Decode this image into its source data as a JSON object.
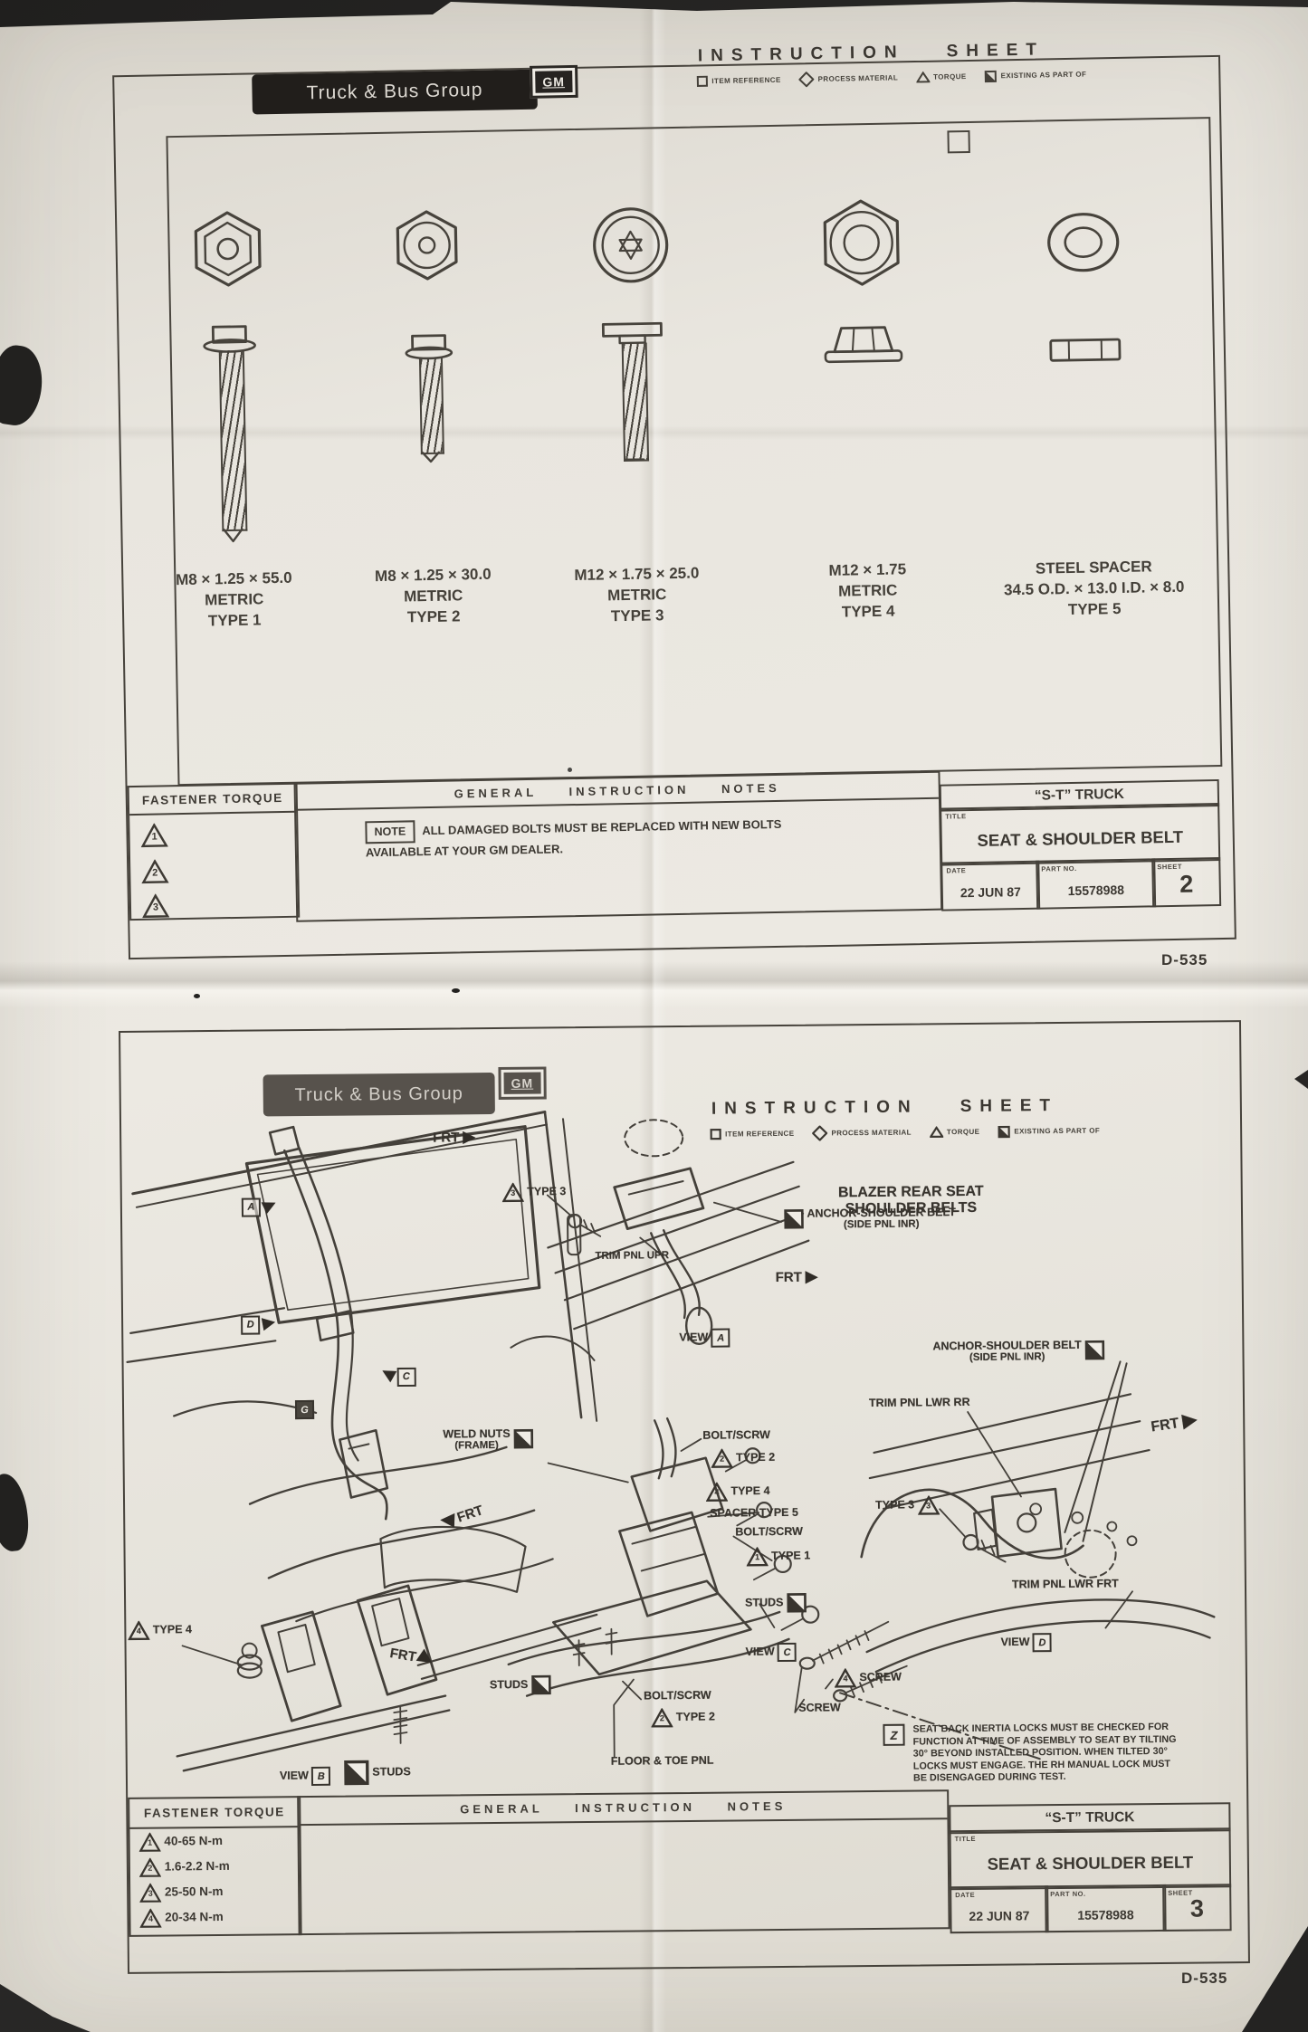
{
  "doc_ref": "D-535",
  "header": {
    "brand": "Truck & Bus Group",
    "logo_text": "GM",
    "title_word1": "INSTRUCTION",
    "title_word2": "SHEET",
    "legend": [
      {
        "icon": "square-outline-icon",
        "label": "ITEM REFERENCE"
      },
      {
        "icon": "diamond-outline-icon",
        "label": "PROCESS MATERIAL"
      },
      {
        "icon": "triangle-outline-icon",
        "label": "TORQUE"
      },
      {
        "icon": "half-filled-square-icon",
        "label": "EXISTING AS PART OF"
      }
    ]
  },
  "sheet1": {
    "fasteners": [
      {
        "spec": "M8 × 1.25 × 55.0",
        "standard": "METRIC",
        "type": "TYPE 1"
      },
      {
        "spec": "M8 × 1.25 × 30.0",
        "standard": "METRIC",
        "type": "TYPE 2"
      },
      {
        "spec": "M12 × 1.75 × 25.0",
        "standard": "METRIC",
        "type": "TYPE 3"
      },
      {
        "spec": "M12 × 1.75",
        "standard": "METRIC",
        "type": "TYPE 4"
      },
      {
        "spec": "STEEL SPACER",
        "standard": "34.5 O.D. × 13.0 I.D. × 8.0",
        "type": "TYPE 5"
      }
    ],
    "footer": {
      "torque_header": "FASTENER TORQUE",
      "torque_marks": [
        "1",
        "2",
        "3"
      ],
      "notes_header": "GENERAL INSTRUCTION NOTES",
      "note_tag": "NOTE",
      "note_text": "ALL DAMAGED BOLTS MUST BE REPLACED WITH NEW BOLTS AVAILABLE AT YOUR GM DEALER.",
      "truck": "“S-T” TRUCK",
      "title_tag": "TITLE",
      "title": "SEAT & SHOULDER BELT",
      "date_tag": "DATE",
      "date": "22 JUN 87",
      "part_tag": "PART NO.",
      "part": "15578988",
      "sheet_tag": "SHEET",
      "sheet": "2"
    }
  },
  "sheet2": {
    "title_line1": "BLAZER REAR SEAT",
    "title_line2": "SHOULDER BELTS",
    "labels": {
      "frt": "FRT",
      "view": "VIEW",
      "type_1": "TYPE 1",
      "type_2": "TYPE 2",
      "type_3": "TYPE 3",
      "type_4": "TYPE 4",
      "trim_pnl_upr": "TRIM PNL UPR",
      "anchor_shoulder_belt": "ANCHOR-SHOULDER BELT",
      "anchor_shoulder_belt_sub": "(SIDE PNL INR)",
      "trim_pnl_lwr_rr": "TRIM PNL LWR RR",
      "trim_pnl_lwr_frt": "TRIM PNL LWR FRT",
      "weld_nuts": "WELD NUTS",
      "weld_nuts_sub": "(FRAME)",
      "bolt_scrw": "BOLT/SCRW",
      "spacer_type_5": "SPACER TYPE 5",
      "studs": "STUDS",
      "screw": "SCREW",
      "floor_toe_pnl": "FLOOR & TOE PNL"
    },
    "markers": {
      "a": "A",
      "b": "B",
      "c": "C",
      "d": "D",
      "g": "G",
      "z": "Z"
    },
    "z_note": "SEAT BACK INERTIA LOCKS MUST BE CHECKED FOR FUNCTION AT TIME OF ASSEMBLY TO SEAT BY TILTING 30° BEYOND INSTALLED POSITION. WHEN TILTED 30° LOCKS MUST ENGAGE. THE RH MANUAL LOCK MUST BE DISENGAGED DURING TEST.",
    "footer": {
      "torque_header": "FASTENER TORQUE",
      "torques": [
        {
          "mark": "1",
          "value": "40-65 N-m"
        },
        {
          "mark": "2",
          "value": "1.6-2.2 N-m"
        },
        {
          "mark": "3",
          "value": "25-50 N-m"
        },
        {
          "mark": "4",
          "value": "20-34 N-m"
        }
      ],
      "notes_header": "GENERAL INSTRUCTION NOTES",
      "truck": "“S-T” TRUCK",
      "title_tag": "TITLE",
      "title": "SEAT & SHOULDER BELT",
      "date_tag": "DATE",
      "date": "22 JUN 87",
      "part_tag": "PART NO.",
      "part": "15578988",
      "sheet_tag": "SHEET",
      "sheet": "3"
    }
  }
}
